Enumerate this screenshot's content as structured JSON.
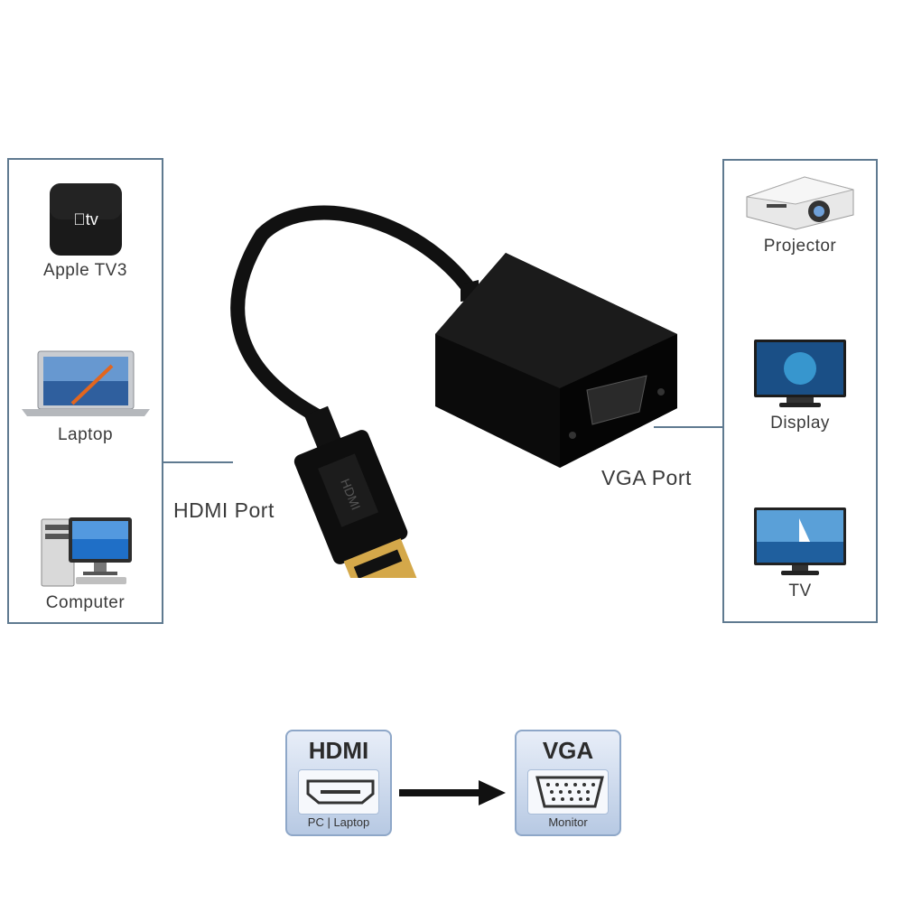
{
  "left_panel": {
    "items": [
      {
        "label": "Apple TV3",
        "icon": "apple-tv-icon"
      },
      {
        "label": "Laptop",
        "icon": "laptop-icon"
      },
      {
        "label": "Computer",
        "icon": "computer-icon"
      }
    ]
  },
  "right_panel": {
    "items": [
      {
        "label": "Projector",
        "icon": "projector-icon"
      },
      {
        "label": "Display",
        "icon": "display-icon"
      },
      {
        "label": "TV",
        "icon": "tv-icon"
      }
    ]
  },
  "adapter": {
    "hdmi_label": "HDMI Port",
    "vga_label": "VGA Port",
    "plug_text": "HDMI"
  },
  "apple_tv_text": "tv",
  "flow": {
    "source": {
      "title": "HDMI",
      "subtitle": "PC | Laptop"
    },
    "target": {
      "title": "VGA",
      "subtitle": "Monitor"
    }
  },
  "colors": {
    "panel_border": "#5f7a90",
    "badge_blue": "#b7c9e3",
    "plug_gold": "#d4a84a"
  }
}
